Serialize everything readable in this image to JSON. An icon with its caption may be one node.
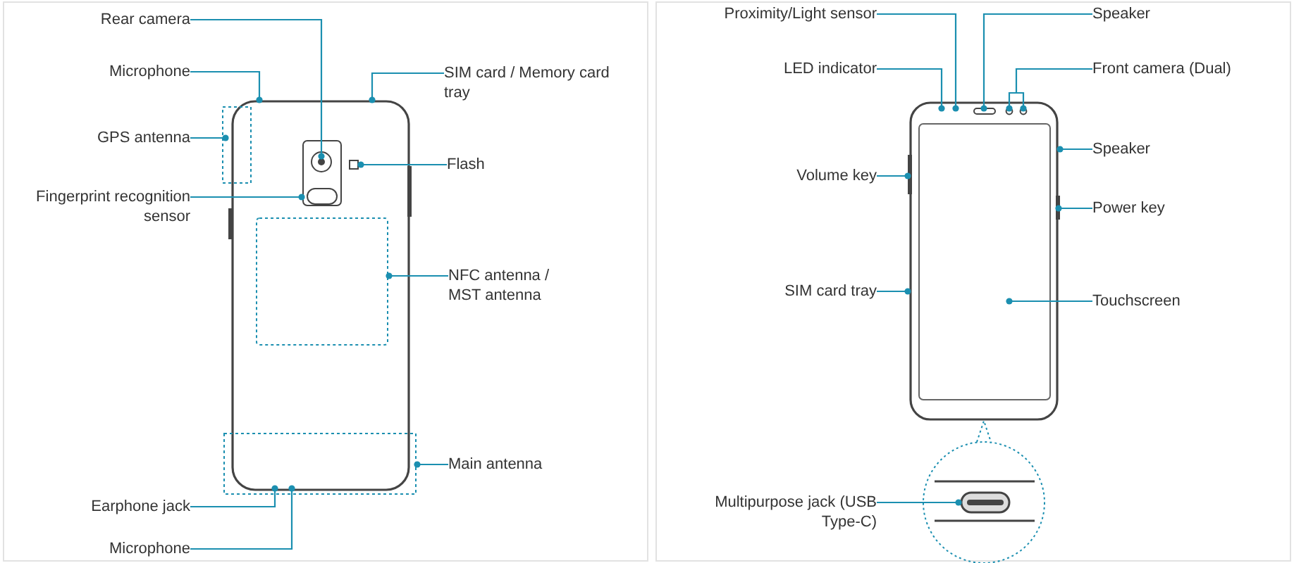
{
  "diagram": {
    "nodes": [
      {
        "text": [
          "Rear camera"
        ]
      },
      {
        "text": [
          "Microphone"
        ]
      },
      {
        "text": [
          "SIM card / Memory card tray"
        ]
      },
      {
        "text": [
          "GPS antenna"
        ]
      },
      {
        "text": [
          "Flash"
        ]
      },
      {
        "text": [
          "Fingerprint recognition sensor"
        ]
      },
      {
        "text": [
          "NFC antenna / MST antenna"
        ]
      },
      {
        "text": [
          "Main antenna"
        ]
      },
      {
        "text": [
          "Earphone jack"
        ]
      },
      {
        "text": [
          "Microphone"
        ]
      },
      {
        "text": [
          "Proximity/Light sensor"
        ]
      },
      {
        "text": [
          "Speaker"
        ]
      },
      {
        "text": [
          "LED indicator"
        ]
      },
      {
        "text": [
          "Front camera (Dual)"
        ]
      },
      {
        "text": [
          "Speaker"
        ]
      },
      {
        "text": [
          "Volume key"
        ]
      },
      {
        "text": [
          "Power key"
        ]
      },
      {
        "text": [
          "SIM card tray"
        ]
      },
      {
        "text": [
          "Touchscreen"
        ]
      },
      {
        "text": [
          "Multipurpose jack (USB Type-C)"
        ]
      },
      {
        "text": [],
        "shape": "picture"
      },
      {
        "text": [],
        "shape": "picture"
      },
      {
        "text": [],
        "shape": "picture"
      }
    ],
    "edges": [
      {
        "from": 0,
        "to": 20,
        "arrow": "other"
      },
      {
        "from": 1,
        "to": 20,
        "arrow": "other"
      },
      {
        "from": 2,
        "to": 20,
        "arrow": "other"
      },
      {
        "from": 3,
        "to": 20,
        "arrow": "other"
      },
      {
        "from": 4,
        "to": 20,
        "arrow": "other"
      },
      {
        "from": 5,
        "to": 20,
        "arrow": "other"
      },
      {
        "from": 6,
        "to": 20,
        "arrow": "other"
      },
      {
        "from": 7,
        "to": 20,
        "arrow": "other"
      },
      {
        "from": 8,
        "to": 20,
        "arrow": "other"
      },
      {
        "from": 9,
        "to": 20,
        "arrow": "other"
      },
      {
        "from": 10,
        "to": 21,
        "arrow": "other"
      },
      {
        "from": 11,
        "to": 21,
        "arrow": "other"
      },
      {
        "from": 12,
        "to": 21,
        "arrow": "other"
      },
      {
        "from": 13,
        "to": 21,
        "arrow": "other"
      },
      {
        "from": 14,
        "to": 21,
        "arrow": "other"
      },
      {
        "from": 15,
        "to": 21,
        "arrow": "other"
      },
      {
        "from": 16,
        "to": 21,
        "arrow": "other"
      },
      {
        "from": 17,
        "to": 21,
        "arrow": "other"
      },
      {
        "from": 18,
        "to": 21,
        "arrow": "other"
      },
      {
        "from": 19,
        "to": 22,
        "arrow": "other"
      }
    ]
  }
}
